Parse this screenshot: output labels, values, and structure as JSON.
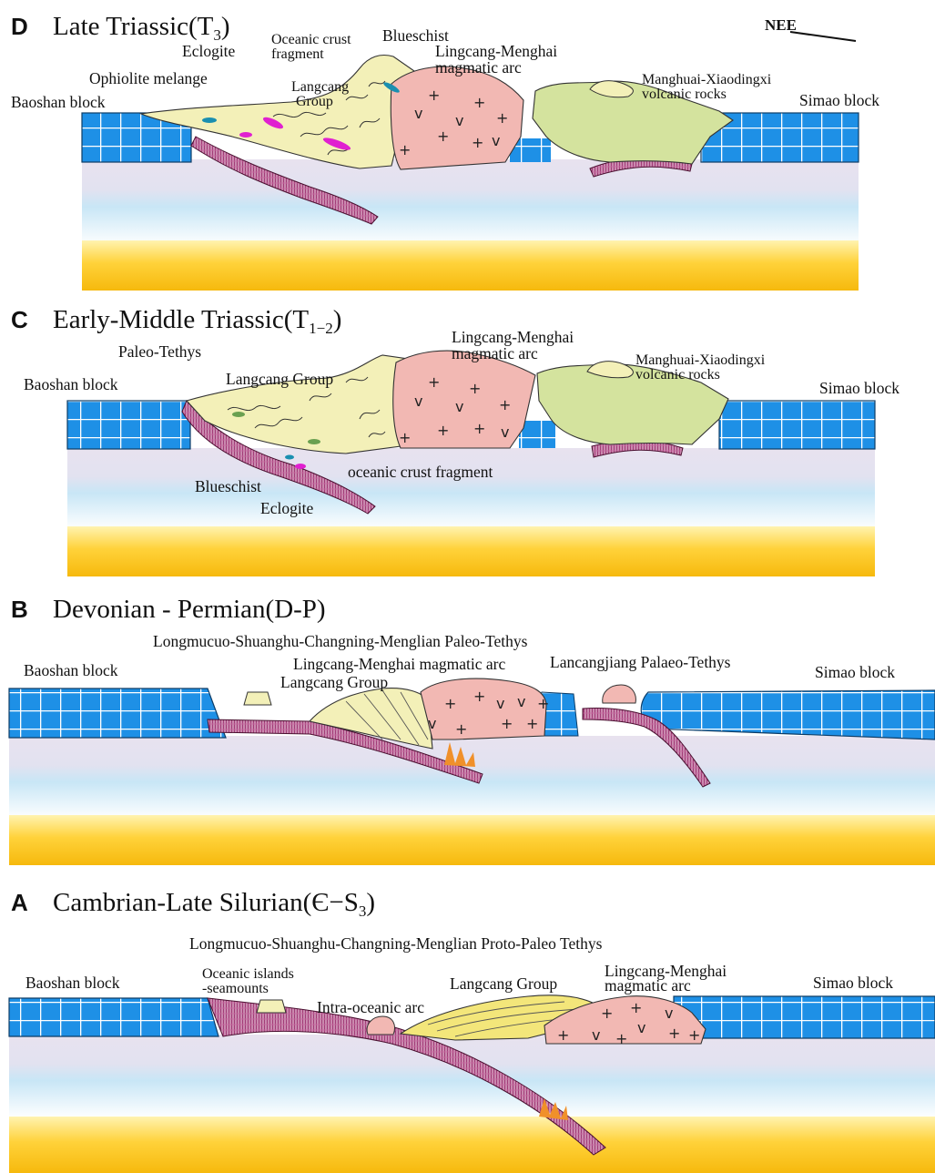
{
  "panels": {
    "D": {
      "letter": "D",
      "title_main": "Late Triassic(T",
      "title_sub": "3",
      "title_end": ")",
      "direction": "NEE",
      "labels": {
        "baoshan": "Baoshan block",
        "simao": "Simao block",
        "ophiolite": "Ophiolite melange",
        "eclogite": "Eclogite",
        "oceanic1": "Oceanic crust",
        "oceanic2": "fragment",
        "langcang1": "Langcang",
        "langcang2": "Group",
        "blueschist": "Blueschist",
        "arc1": "Lingcang-Menghai",
        "arc2": "magmatic arc",
        "volc1": "Manghuai-Xiaodingxi",
        "volc2": "volcanic rocks"
      }
    },
    "C": {
      "letter": "C",
      "title_main": "Early-Middle Triassic(T",
      "title_sub": "1−2",
      "title_end": ")",
      "labels": {
        "baoshan": "Baoshan block",
        "simao": "Simao block",
        "paleotethys": "Paleo-Tethys",
        "langcang": "Langcang Group",
        "arc1": "Lingcang-Menghai",
        "arc2": "magmatic arc",
        "volc1": "Manghuai-Xiaodingxi",
        "volc2": "volcanic rocks",
        "oceanic": "oceanic crust fragment",
        "blueschist": "Blueschist",
        "eclogite": "Eclogite"
      }
    },
    "B": {
      "letter": "B",
      "title_main": "Devonian - Permian(D-P)",
      "labels": {
        "ocean": "Longmucuo-Shuanghu-Changning-Menglian Paleo-Tethys",
        "baoshan": "Baoshan block",
        "simao": "Simao block",
        "arc": "Lingcang-Menghai magmatic arc",
        "langcang": "Langcang Group",
        "lancang": "Lancangjiang Palaeo-Tethys"
      }
    },
    "A": {
      "letter": "A",
      "title_main": "Cambrian-Late Silurian(Є−S",
      "title_sub": "3",
      "title_end": ")",
      "labels": {
        "ocean": "Longmucuo-Shuanghu-Changning-Menglian Proto-Paleo Tethys",
        "baoshan": "Baoshan block",
        "simao": "Simao block",
        "islands1": "Oceanic islands",
        "islands2": "-seamounts",
        "intra": "Intra-oceanic arc",
        "langcang": "Langcang Group",
        "arc1": "Lingcang-Menghai",
        "arc2": "magmatic arc"
      }
    }
  },
  "colors": {
    "block_blue": "#1e90e6",
    "grid_white": "#ffffff",
    "mantle_yellow": "#fcc419",
    "lithosphere_lavender": "#e6e1ee",
    "asthenosphere_blue": "#bfe3f5",
    "oceanic_slab": "#b0407e",
    "accretion_yellow": "#f3f0b8",
    "arc_pink": "#f2b8b3",
    "volcanic_green": "#d4e39e",
    "eclogite_magenta": "#e020d0"
  }
}
